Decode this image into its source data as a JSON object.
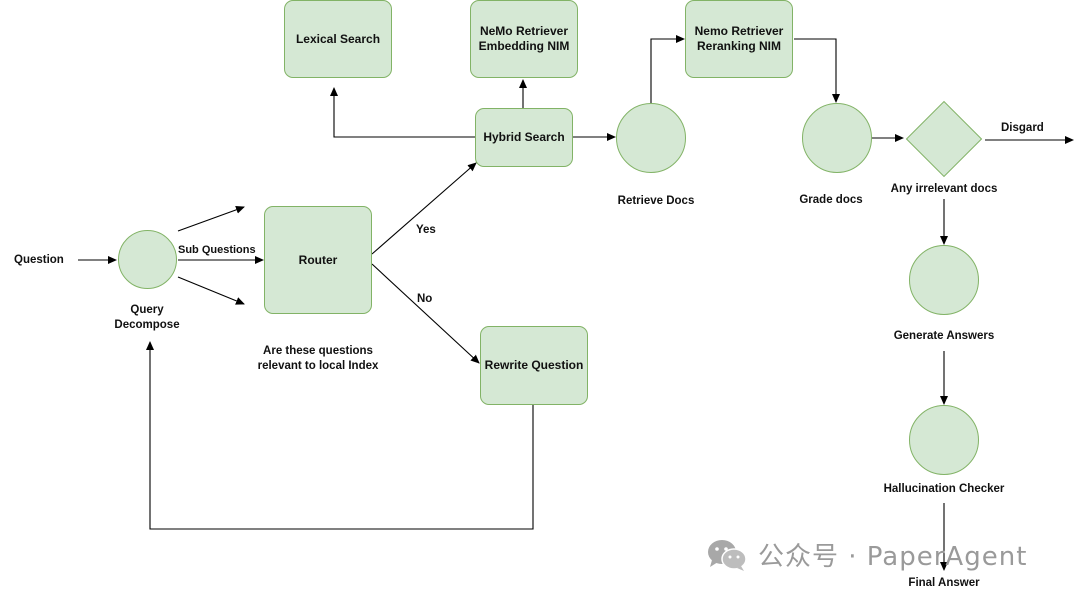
{
  "nodes": {
    "question": "Question",
    "query_decompose": "Query\nDecompose",
    "sub_questions": "Sub Questions",
    "router": "Router",
    "router_caption": "Are these questions\nrelevant to local Index",
    "yes": "Yes",
    "no": "No",
    "rewrite_question": "Rewrite Question",
    "hybrid_search": "Hybrid Search",
    "lexical_search": "Lexical Search",
    "embedding_nim": "NeMo Retriever\nEmbedding NIM",
    "retrieve_docs": "Retrieve Docs",
    "reranking_nim": "Nemo Retriever\nReranking NIM",
    "grade_docs": "Grade docs",
    "any_irrelevant": "Any irrelevant docs",
    "disgard": "Disgard",
    "generate_answers": "Generate Answers",
    "hallucination_checker": "Hallucination Checker",
    "final_answer": "Final Answer"
  },
  "watermark": {
    "dot": "·",
    "text": "公众号 · PaperAgent",
    "icon": "wechat-icon"
  },
  "colors": {
    "node_fill": "#d5e8d4",
    "node_stroke": "#82b366",
    "edge": "#000000"
  }
}
